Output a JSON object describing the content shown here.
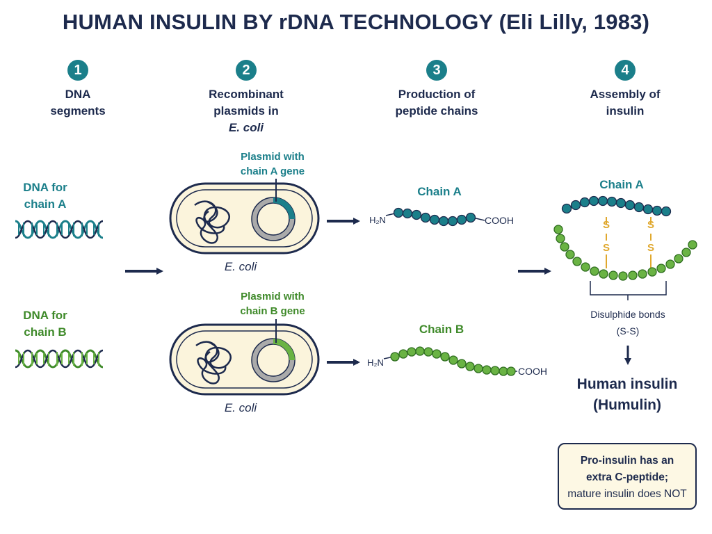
{
  "title": "HUMAN INSULIN BY rDNA TECHNOLOGY (Eli Lilly, 1983)",
  "steps": [
    {
      "number": "1",
      "line1": "DNA",
      "line2": "segments",
      "line3": ""
    },
    {
      "number": "2",
      "line1": "Recombinant",
      "line2": "plasmids in",
      "line3": "E. coli"
    },
    {
      "number": "3",
      "line1": "Production of",
      "line2": "peptide chains",
      "line3": ""
    },
    {
      "number": "4",
      "line1": "Assembly of",
      "line2": "insulin",
      "line3": ""
    }
  ],
  "dna_a": {
    "line1": "DNA for",
    "line2": "chain A"
  },
  "dna_b": {
    "line1": "DNA for",
    "line2": "chain B"
  },
  "plasmid_a": {
    "line1": "Plasmid with",
    "line2": "chain A gene"
  },
  "plasmid_b": {
    "line1": "Plasmid with",
    "line2": "chain B gene"
  },
  "ecoli_label": "E. coli",
  "chain_a_label": "Chain A",
  "chain_b_label": "Chain B",
  "terminal_n": "H₂N",
  "terminal_c": "COOH",
  "disulphide_atom": "S",
  "disulphide_label": {
    "line1": "Disulphide bonds",
    "line2": "(S-S)"
  },
  "result": {
    "line1": "Human insulin",
    "line2": "(Humulin)"
  },
  "note": {
    "line1": "Pro-insulin has an",
    "line2": "extra C-peptide;",
    "line3": "mature insulin does NOT"
  },
  "colors": {
    "navy": "#1d2a4d",
    "teal": "#1b7f8a",
    "green": "#6ab344",
    "gold": "#e0a82e",
    "cell_fill": "#fbf4dc"
  }
}
